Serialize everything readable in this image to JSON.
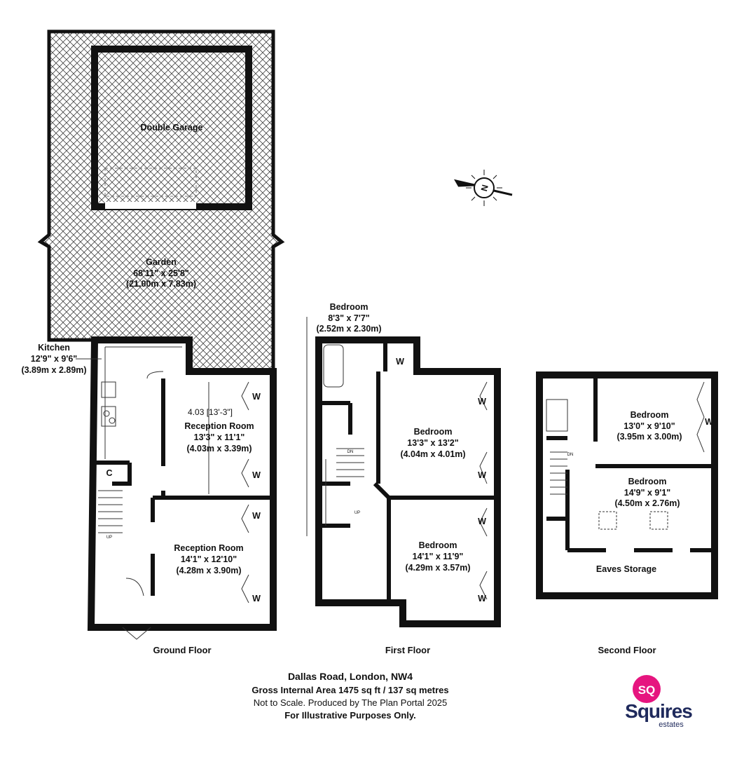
{
  "ground_floor": {
    "title": "Ground Floor",
    "garage": {
      "name": "Double Garage"
    },
    "garden": {
      "name": "Garden",
      "imperial": "68'11\" x 25'8\"",
      "metric": "(21.00m x 7.83m)"
    },
    "kitchen": {
      "name": "Kitchen",
      "imperial": "12'9\" x 9'6\"",
      "metric": "(3.89m x 2.89m)"
    },
    "reception1": {
      "measure": "4.03 [13'-3\"]",
      "name": "Reception Room",
      "imperial": "13'3\" x 11'1\"",
      "metric": "(4.03m x 3.39m)"
    },
    "reception2": {
      "name": "Reception Room",
      "imperial": "14'1\" x 12'10\"",
      "metric": "(4.28m x 3.90m)"
    },
    "cupboard": "C",
    "wardrobe": "W",
    "stairs": "UP"
  },
  "first_floor": {
    "title": "First Floor",
    "bedroom_small": {
      "name": "Bedroom",
      "imperial": "8'3\" x 7'7\"",
      "metric": "(2.52m x 2.30m)"
    },
    "bedroom_a": {
      "name": "Bedroom",
      "imperial": "13'3\" x 13'2\"",
      "metric": "(4.04m x 4.01m)"
    },
    "bedroom_b": {
      "name": "Bedroom",
      "imperial": "14'1\" x 11'9\"",
      "metric": "(4.29m x 3.57m)"
    },
    "wardrobe": "W",
    "stairs_dn": "DN",
    "stairs_up": "UP"
  },
  "second_floor": {
    "title": "Second Floor",
    "bedroom_a": {
      "name": "Bedroom",
      "imperial": "13'0\" x 9'10\"",
      "metric": "(3.95m x 3.00m)"
    },
    "bedroom_b": {
      "name": "Bedroom",
      "imperial": "14'9\" x 9'1\"",
      "metric": "(4.50m x 2.76m)"
    },
    "eaves": "Eaves Storage",
    "wardrobe": "W",
    "stairs_dn": "DN"
  },
  "compass": {
    "label": "N"
  },
  "footer": {
    "address": "Dallas Road, London, NW4",
    "area": "Gross Internal Area 1475 sq ft / 137 sq metres",
    "scale": "Not to Scale. Produced by The Plan Portal 2025",
    "disclaimer": "For Illustrative Purposes Only."
  },
  "logo": {
    "mark": "SQ",
    "name": "Squires",
    "sub": "estates",
    "pink": "#e6157f",
    "navy": "#1f2a5c"
  }
}
